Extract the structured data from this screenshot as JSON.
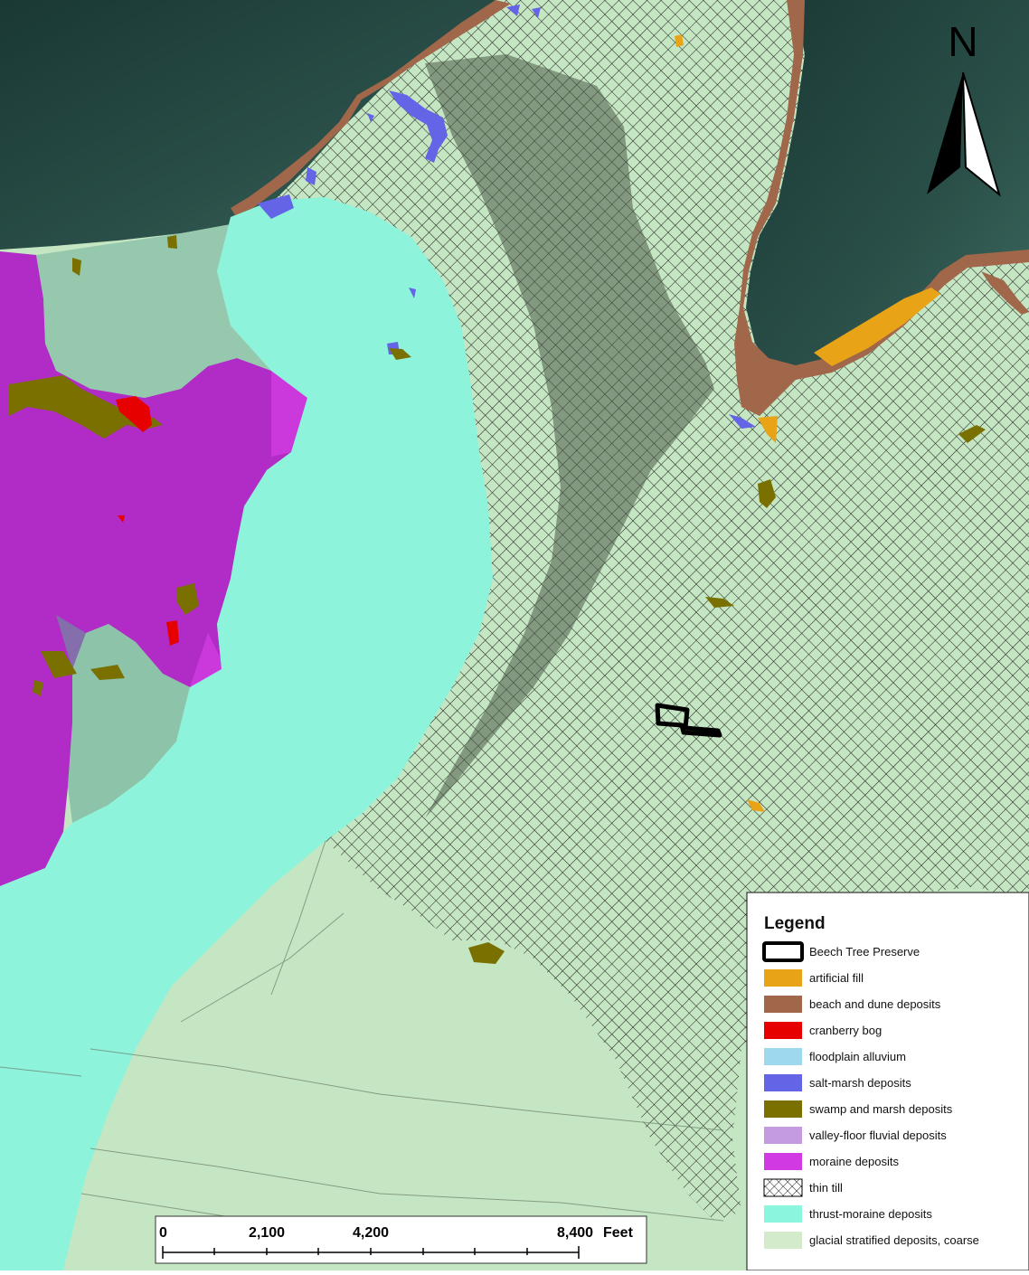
{
  "map": {
    "north_arrow": {
      "label": "N"
    },
    "scale_bar": {
      "ticks": [
        "0",
        "2,100",
        "4,200",
        "8,400"
      ],
      "unit": "Feet"
    },
    "legend": {
      "title": "Legend",
      "items": [
        {
          "label": "Beech Tree Preserve",
          "symbol": "outline",
          "color": "#000000"
        },
        {
          "label": "artificial fill",
          "symbol": "fill",
          "color": "#E8A317"
        },
        {
          "label": "beach and dune deposits",
          "symbol": "fill",
          "color": "#A0674A"
        },
        {
          "label": "cranberry bog",
          "symbol": "fill",
          "color": "#E60000"
        },
        {
          "label": "floodplain alluvium",
          "symbol": "fill",
          "color": "#9ED8EE"
        },
        {
          "label": "salt-marsh deposits",
          "symbol": "fill",
          "color": "#6464E6"
        },
        {
          "label": "swamp and marsh deposits",
          "symbol": "fill",
          "color": "#7A7000"
        },
        {
          "label": "valley-floor fluvial deposits",
          "symbol": "fill",
          "color": "#C49BE0"
        },
        {
          "label": "moraine deposits",
          "symbol": "fill",
          "color": "#D13AE3"
        },
        {
          "label": "thin till",
          "symbol": "hatch",
          "color": "#000000"
        },
        {
          "label": "thrust-moraine deposits",
          "symbol": "fill",
          "color": "#8CF5DD"
        },
        {
          "label": "glacial stratified deposits, coarse",
          "symbol": "fill",
          "color": "#D3EBCB"
        }
      ]
    },
    "colors": {
      "water": "#1F3F3A",
      "glacial_stratified": "#C3E7C0",
      "thin_till_hatch": "#000000",
      "moraine": "#B023C4",
      "thrust_moraine": "#8DF3DB",
      "beach_dune": "#A0674A",
      "artificial_fill": "#E8A317",
      "salt_marsh": "#6464E6",
      "swamp_marsh": "#7A7000",
      "cranberry_bog": "#E60000"
    }
  }
}
